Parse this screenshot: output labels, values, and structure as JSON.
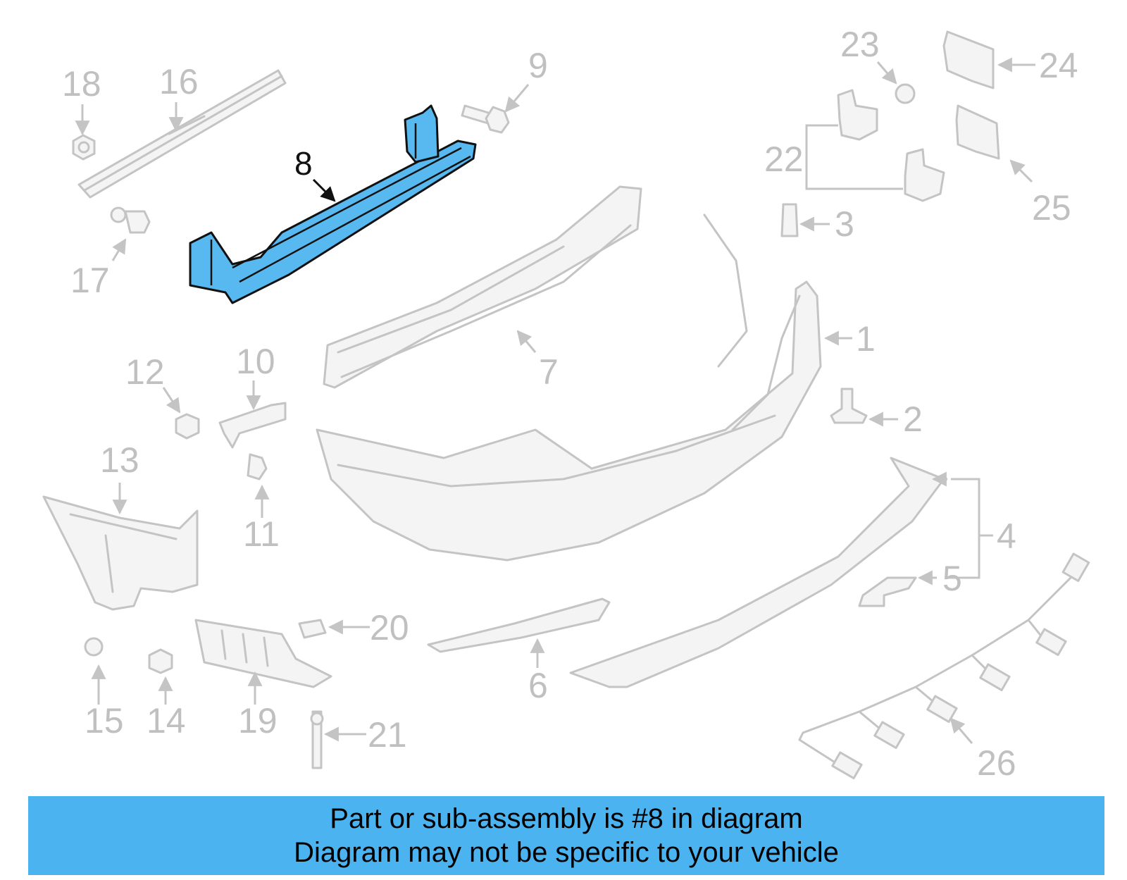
{
  "banner": {
    "line1": "Part or sub-assembly is #8 in diagram",
    "line2": "Diagram may not be specific to your vehicle"
  },
  "highlight_color": "#58b9f0",
  "highlighted_part": "8",
  "callouts": {
    "c1": "1",
    "c2": "2",
    "c3": "3",
    "c4": "4",
    "c5": "5",
    "c6": "6",
    "c7": "7",
    "c8": "8",
    "c9": "9",
    "c10": "10",
    "c11": "11",
    "c12": "12",
    "c13": "13",
    "c14": "14",
    "c15": "15",
    "c16": "16",
    "c17": "17",
    "c18": "18",
    "c19": "19",
    "c20": "20",
    "c21": "21",
    "c22": "22",
    "c23": "23",
    "c24": "24",
    "c25": "25",
    "c26": "26"
  }
}
